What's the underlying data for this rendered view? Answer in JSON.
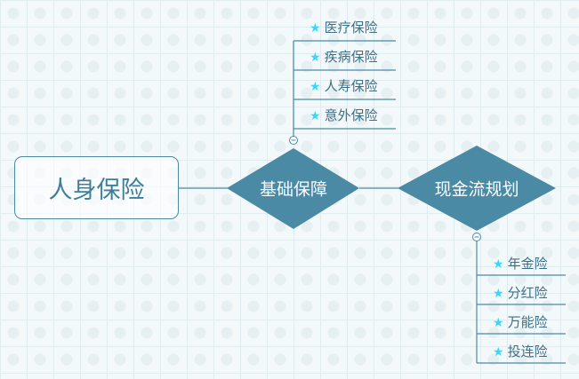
{
  "root": {
    "label": "人身保险"
  },
  "nodes": [
    {
      "label": "基础保障",
      "children": [
        "医疗保险",
        "疾病保险",
        "人寿保险",
        "意外保险"
      ]
    },
    {
      "label": "现金流规划",
      "children": [
        "年金险",
        "分红险",
        "万能险",
        "投连险"
      ]
    }
  ],
  "colors": {
    "node": "#4a8aa4",
    "line": "#4a8aa4",
    "star": "#3fd6f5"
  },
  "icons": {
    "bullet": "star-icon",
    "collapse": "collapse-minus-icon"
  }
}
